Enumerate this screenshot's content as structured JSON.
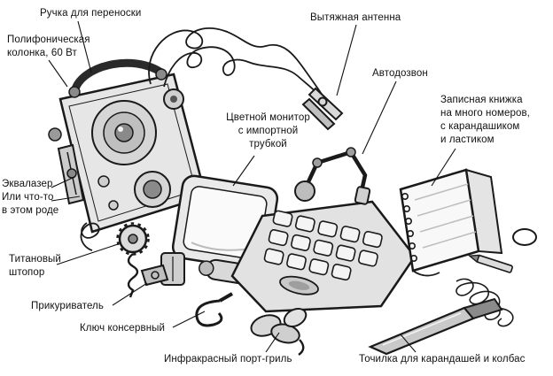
{
  "labels": {
    "carry_handle": "Ручка для переноски",
    "antenna": "Вытяжная антенна",
    "speaker": "Полифоническая\nколонка, 60 Вт",
    "autodial": "Автодозвон",
    "notebook": "Записная книжка\nна много номеров,\nс карандашиком\nи ластиком",
    "monitor": "Цветной монитор\nс импортной\nтрубкой",
    "equalizer": "Эквалазер.\nИли что-то\nв этом роде",
    "corkscrew": "Титановый\nштопор",
    "lighter": "Прикуриватель",
    "can_opener": "Ключ консервный",
    "ir_port": "Инфракрасный порт-гриль",
    "sharpener": "Точилка для карандашей и колбас"
  },
  "colors": {
    "ink": "#1a1a1a",
    "body_fill": "#e6e6e6",
    "screen_fill": "#fafafa",
    "metal_fill": "#c9c9c9"
  }
}
